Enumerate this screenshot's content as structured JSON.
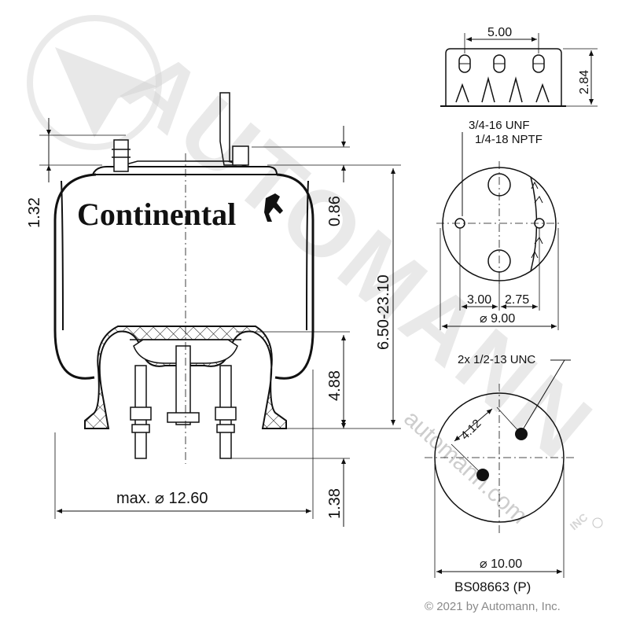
{
  "watermark": {
    "brand": "AUTOMANN",
    "url": "automann.com",
    "mark": "INC"
  },
  "logo": {
    "text": "Continental"
  },
  "dimensions": {
    "top_width": "5.00",
    "top_height": "2.84",
    "thread_1": "3/4-16 UNF",
    "thread_2": "1/4-18 NPTF",
    "left_height": "1.32",
    "offset_top": "0.86",
    "stroke_range": "6.50-23.10",
    "piston_height": "4.88",
    "stud_height": "1.38",
    "max_diameter": "max. ⌀ 12.60",
    "hole_offset_a": "3.00",
    "hole_offset_b": "2.75",
    "top_plate_diameter": "⌀ 9.00",
    "bolt_callout": "2x 1/2-13 UNC",
    "bolt_spacing": "4.12",
    "bottom_diameter": "⌀ 10.00"
  },
  "part_number": "BS08663 (P)",
  "copyright": "© 2021 by Automann, Inc.",
  "colors": {
    "line": "#111111",
    "watermark": "#d6d6d6"
  }
}
